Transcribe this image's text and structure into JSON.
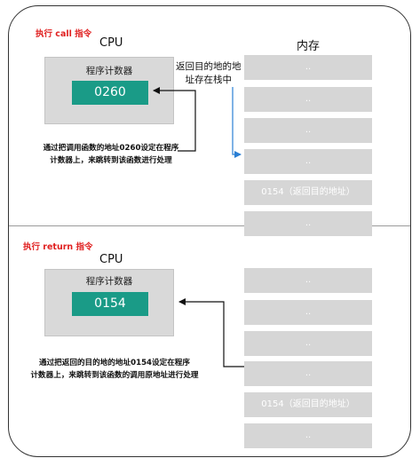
{
  "top": {
    "section_title": "执行 call 指令",
    "cpu_label": "CPU",
    "memory_label": "内存",
    "pc_title": "程序计数器",
    "pc_value": "0260",
    "return_label_line1": "返回目的地的地",
    "return_label_line2": "址存在栈中",
    "memory_cells": [
      "..",
      "..",
      "..",
      "..",
      "0154（返回目的地址）",
      ".."
    ],
    "note_line1": "通过把调用函数的地址0260设定在程序",
    "note_line2": "计数器上，来跳转到该函数进行处理"
  },
  "bottom": {
    "section_title": "执行 return 指令",
    "cpu_label": "CPU",
    "pc_title": "程序计数器",
    "pc_value": "0154",
    "memory_cells": [
      "..",
      "..",
      "..",
      "..",
      "0154（返回目的地址）",
      ".."
    ],
    "note_line1": "通过把返回的目的地的地址0154设定在程序",
    "note_line2": "计数器上，来跳转到该函数的调用原地址进行处理"
  },
  "colors": {
    "pc_value_bg": "#1a9b87",
    "memory_cell_bg": "#d6d6d6",
    "cpu_box_bg": "#d9d9d9",
    "section_title": "#e02020",
    "stack_arrow": "#2a7fd4"
  }
}
